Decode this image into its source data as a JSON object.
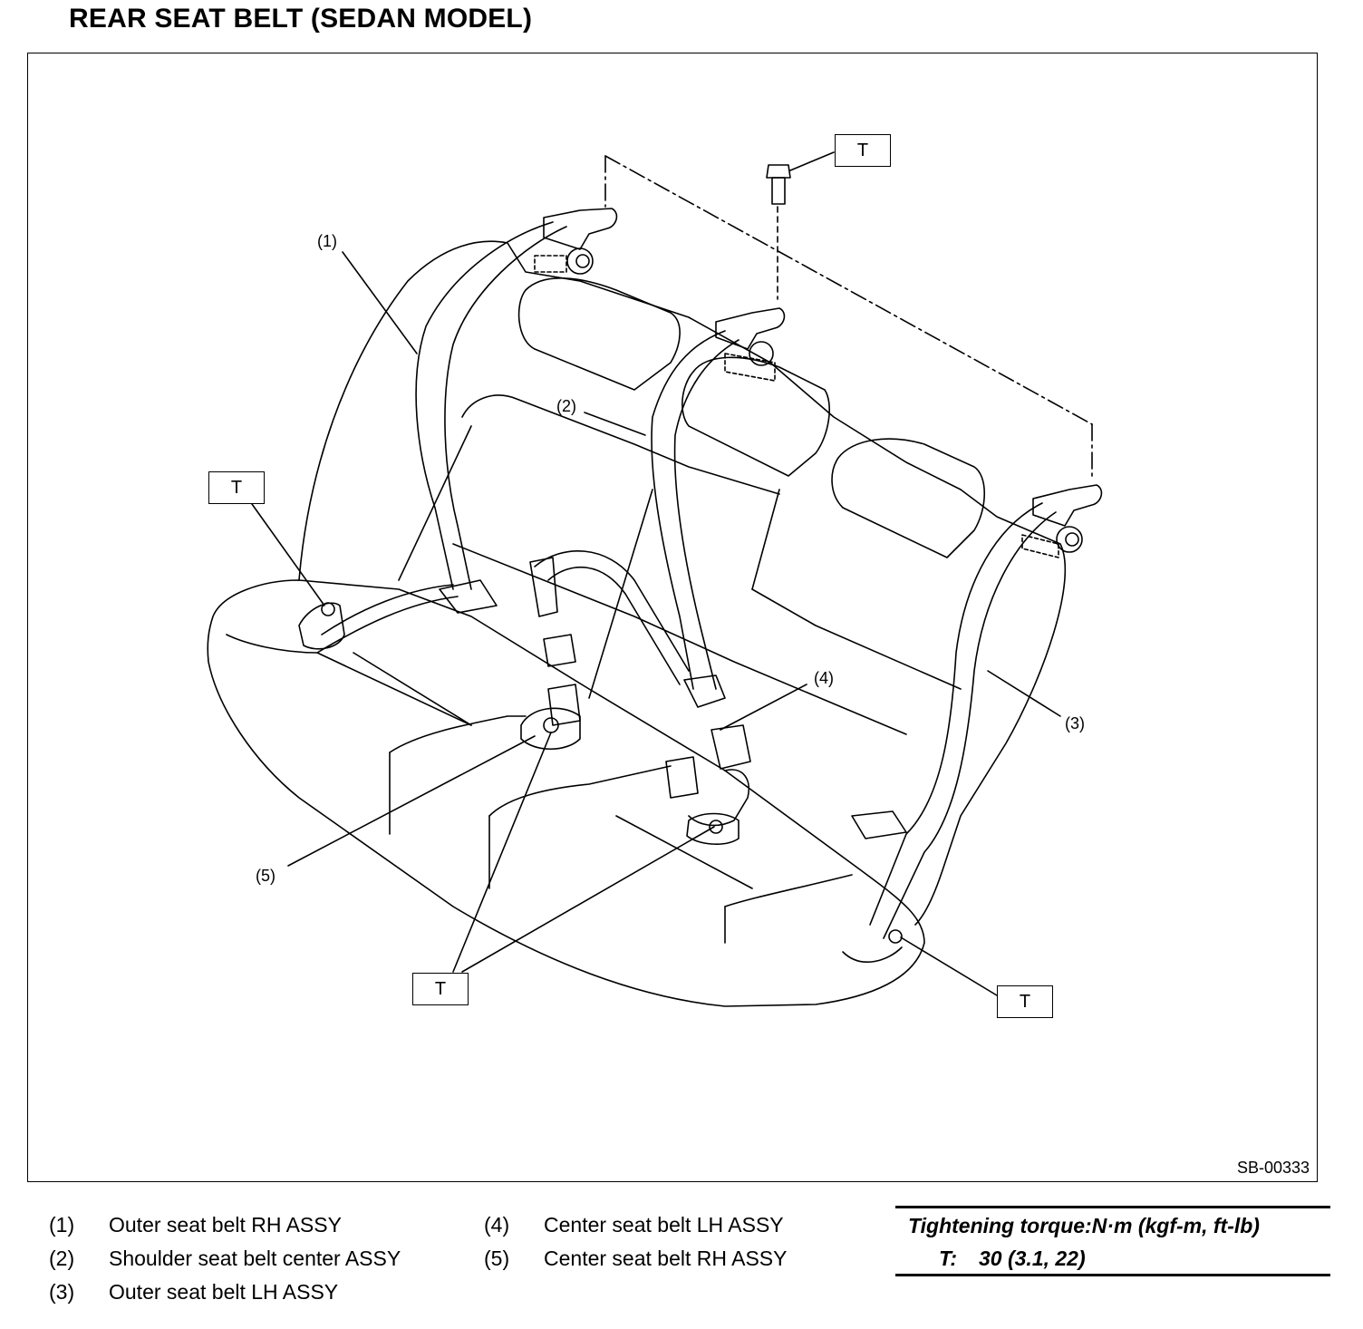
{
  "title": "REAR SEAT BELT (SEDAN MODEL)",
  "figure_id": "SB-00333",
  "callouts": {
    "c1": "(1)",
    "c2": "(2)",
    "c3": "(3)",
    "c4": "(4)",
    "c5": "(5)",
    "torque_mark": "T"
  },
  "legend": {
    "items": [
      {
        "num": "(1)",
        "text": "Outer seat belt RH ASSY"
      },
      {
        "num": "(2)",
        "text": "Shoulder seat belt center ASSY"
      },
      {
        "num": "(3)",
        "text": "Outer seat belt LH ASSY"
      },
      {
        "num": "(4)",
        "text": "Center seat belt LH ASSY"
      },
      {
        "num": "(5)",
        "text": "Center seat belt RH ASSY"
      }
    ]
  },
  "torque": {
    "title": "Tightening torque:N·m (kgf-m, ft-lb)",
    "symbol": "T:",
    "value": "30 (3.1, 22)"
  }
}
